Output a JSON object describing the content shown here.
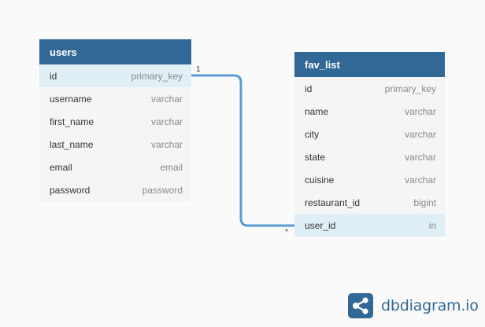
{
  "tables": [
    {
      "name": "users",
      "fields": [
        {
          "name": "id",
          "type": "primary_key",
          "highlighted": true
        },
        {
          "name": "username",
          "type": "varchar"
        },
        {
          "name": "first_name",
          "type": "varchar"
        },
        {
          "name": "last_name",
          "type": "varchar"
        },
        {
          "name": "email",
          "type": "email"
        },
        {
          "name": "password",
          "type": "password"
        }
      ]
    },
    {
      "name": "fav_list",
      "fields": [
        {
          "name": "id",
          "type": "primary_key"
        },
        {
          "name": "name",
          "type": "varchar"
        },
        {
          "name": "city",
          "type": "varchar"
        },
        {
          "name": "state",
          "type": "varchar"
        },
        {
          "name": "cuisine",
          "type": "varchar"
        },
        {
          "name": "restaurant_id",
          "type": "bigint"
        },
        {
          "name": "user_id",
          "type": "in",
          "highlighted": true
        }
      ]
    }
  ],
  "relationship": {
    "from": "users.id",
    "to": "fav_list.user_id",
    "from_cardinality": "1",
    "to_cardinality": "*",
    "color": "#5b9bd5"
  },
  "brand": {
    "name": "dbdiagram.io",
    "icon": "share-nodes-icon",
    "color": "#316896"
  },
  "colors": {
    "header": "#316896",
    "highlight_row": "#e0eef5",
    "table_body": "#f5f5f5",
    "background": "#fafafa"
  }
}
